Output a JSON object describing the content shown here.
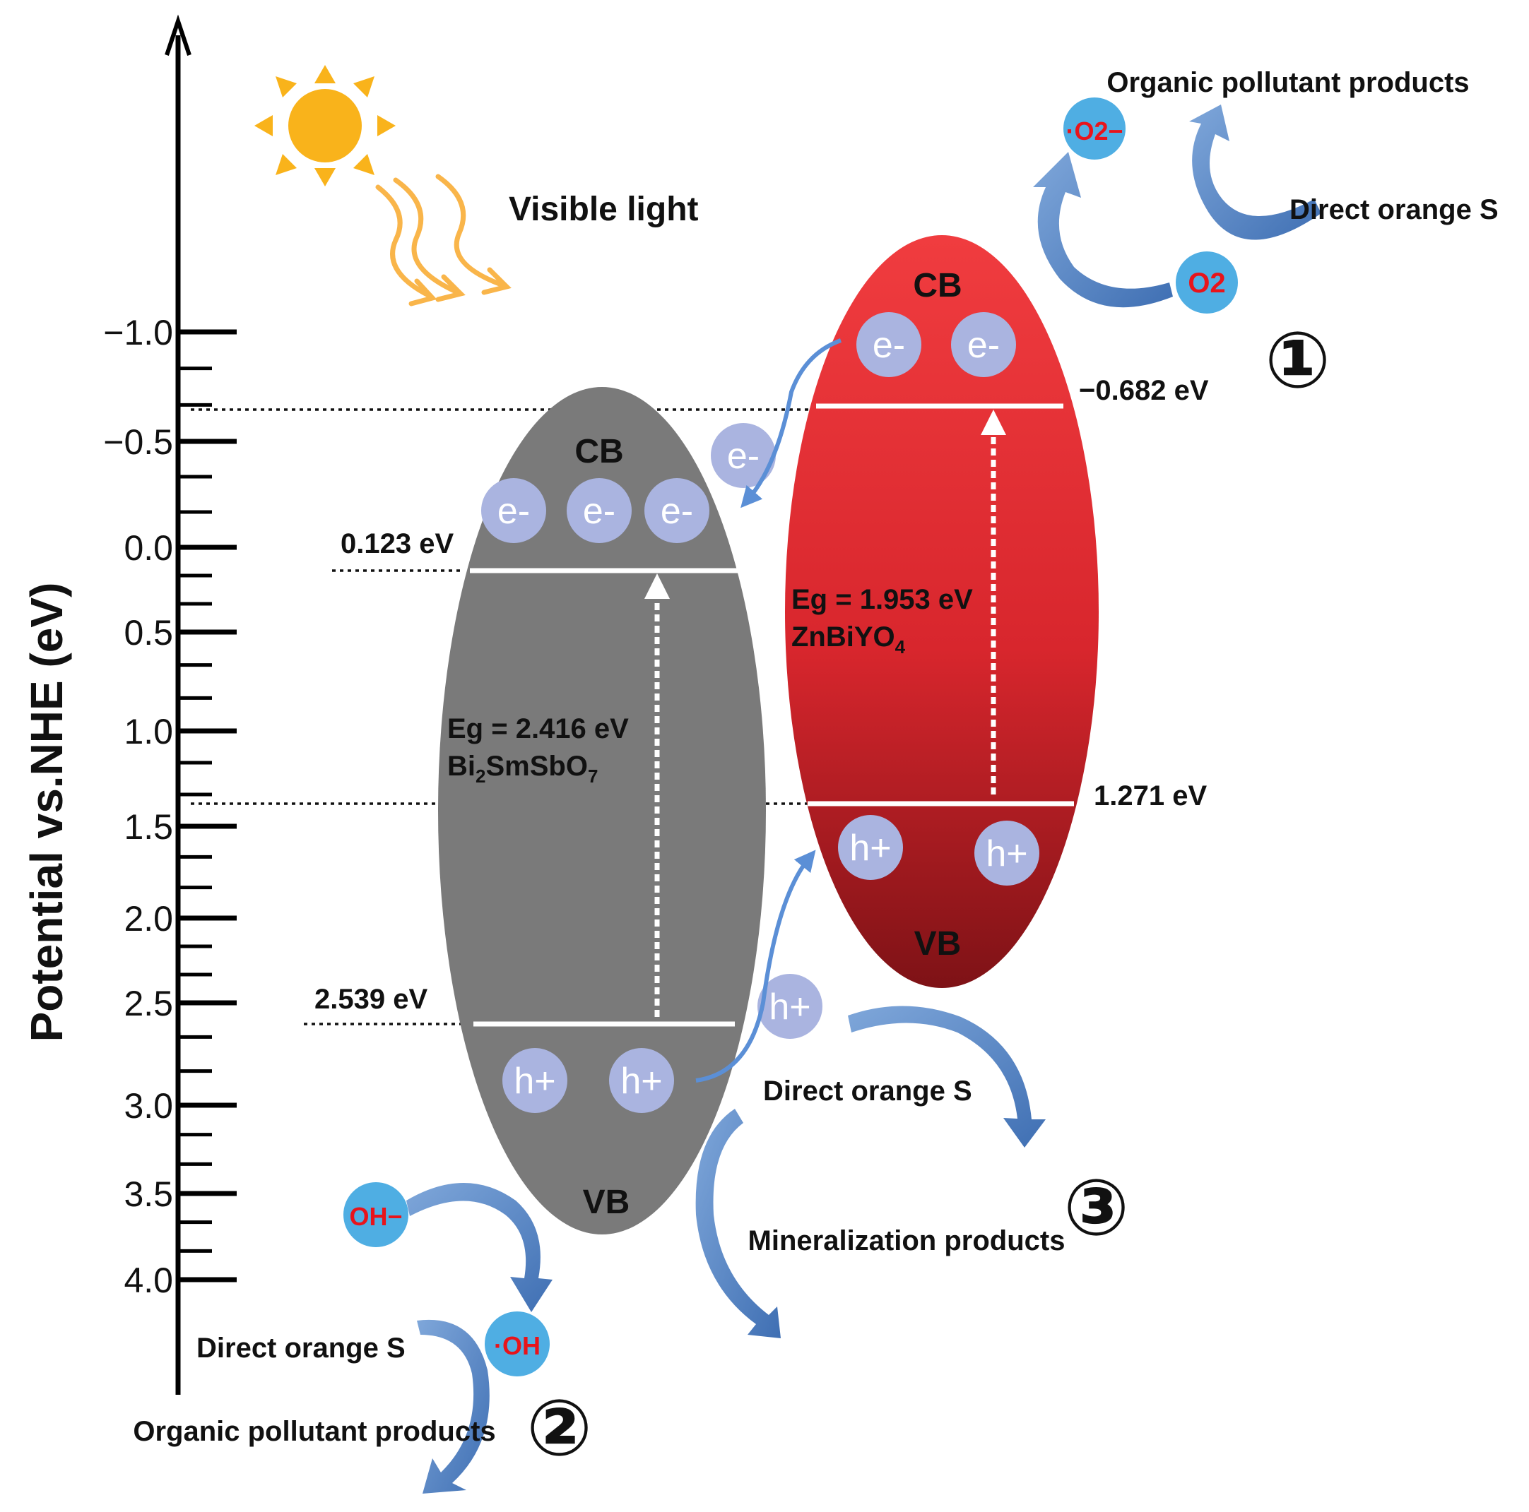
{
  "axis": {
    "title": "Potential  vs.NHE  (eV)",
    "ticks": [
      "−1.0",
      "−0.5",
      "0.0",
      "0.5",
      "1.0",
      "1.5",
      "2.0",
      "2.5",
      "3.0",
      "3.5",
      "4.0"
    ]
  },
  "light": {
    "label": "Visible light"
  },
  "bi2smsbo7": {
    "cb_label": "CB",
    "vb_label": "VB",
    "cb_level": "0.123 eV",
    "vb_level": "2.539 eV",
    "eg": "Eg = 2.416 eV",
    "name_parts": [
      "Bi",
      "2",
      "SmSbO",
      "7"
    ],
    "color": "#7a7a7a"
  },
  "znbiyo4": {
    "cb_label": "CB",
    "vb_label": "VB",
    "cb_level": "−0.682 eV",
    "vb_level": "1.271 eV",
    "eg": "Eg = 1.953 eV",
    "name_parts": [
      "ZnBiYO",
      "4"
    ],
    "color": "#e8333a"
  },
  "carriers": {
    "electron": "e-",
    "hole": "h+"
  },
  "species": {
    "superoxide": "·O2−",
    "oxygen": "O2",
    "hydroxide": "OH−",
    "hydroxyl_radical": "·OH"
  },
  "pathways": {
    "p1": {
      "number": "①",
      "reactant": "Direct orange S",
      "product": "Organic pollutant products"
    },
    "p2": {
      "number": "②",
      "reactant": "Direct orange S",
      "product": "Organic pollutant products"
    },
    "p3": {
      "number": "③",
      "reactant": "Direct orange S",
      "product": "Mineralization products"
    }
  }
}
